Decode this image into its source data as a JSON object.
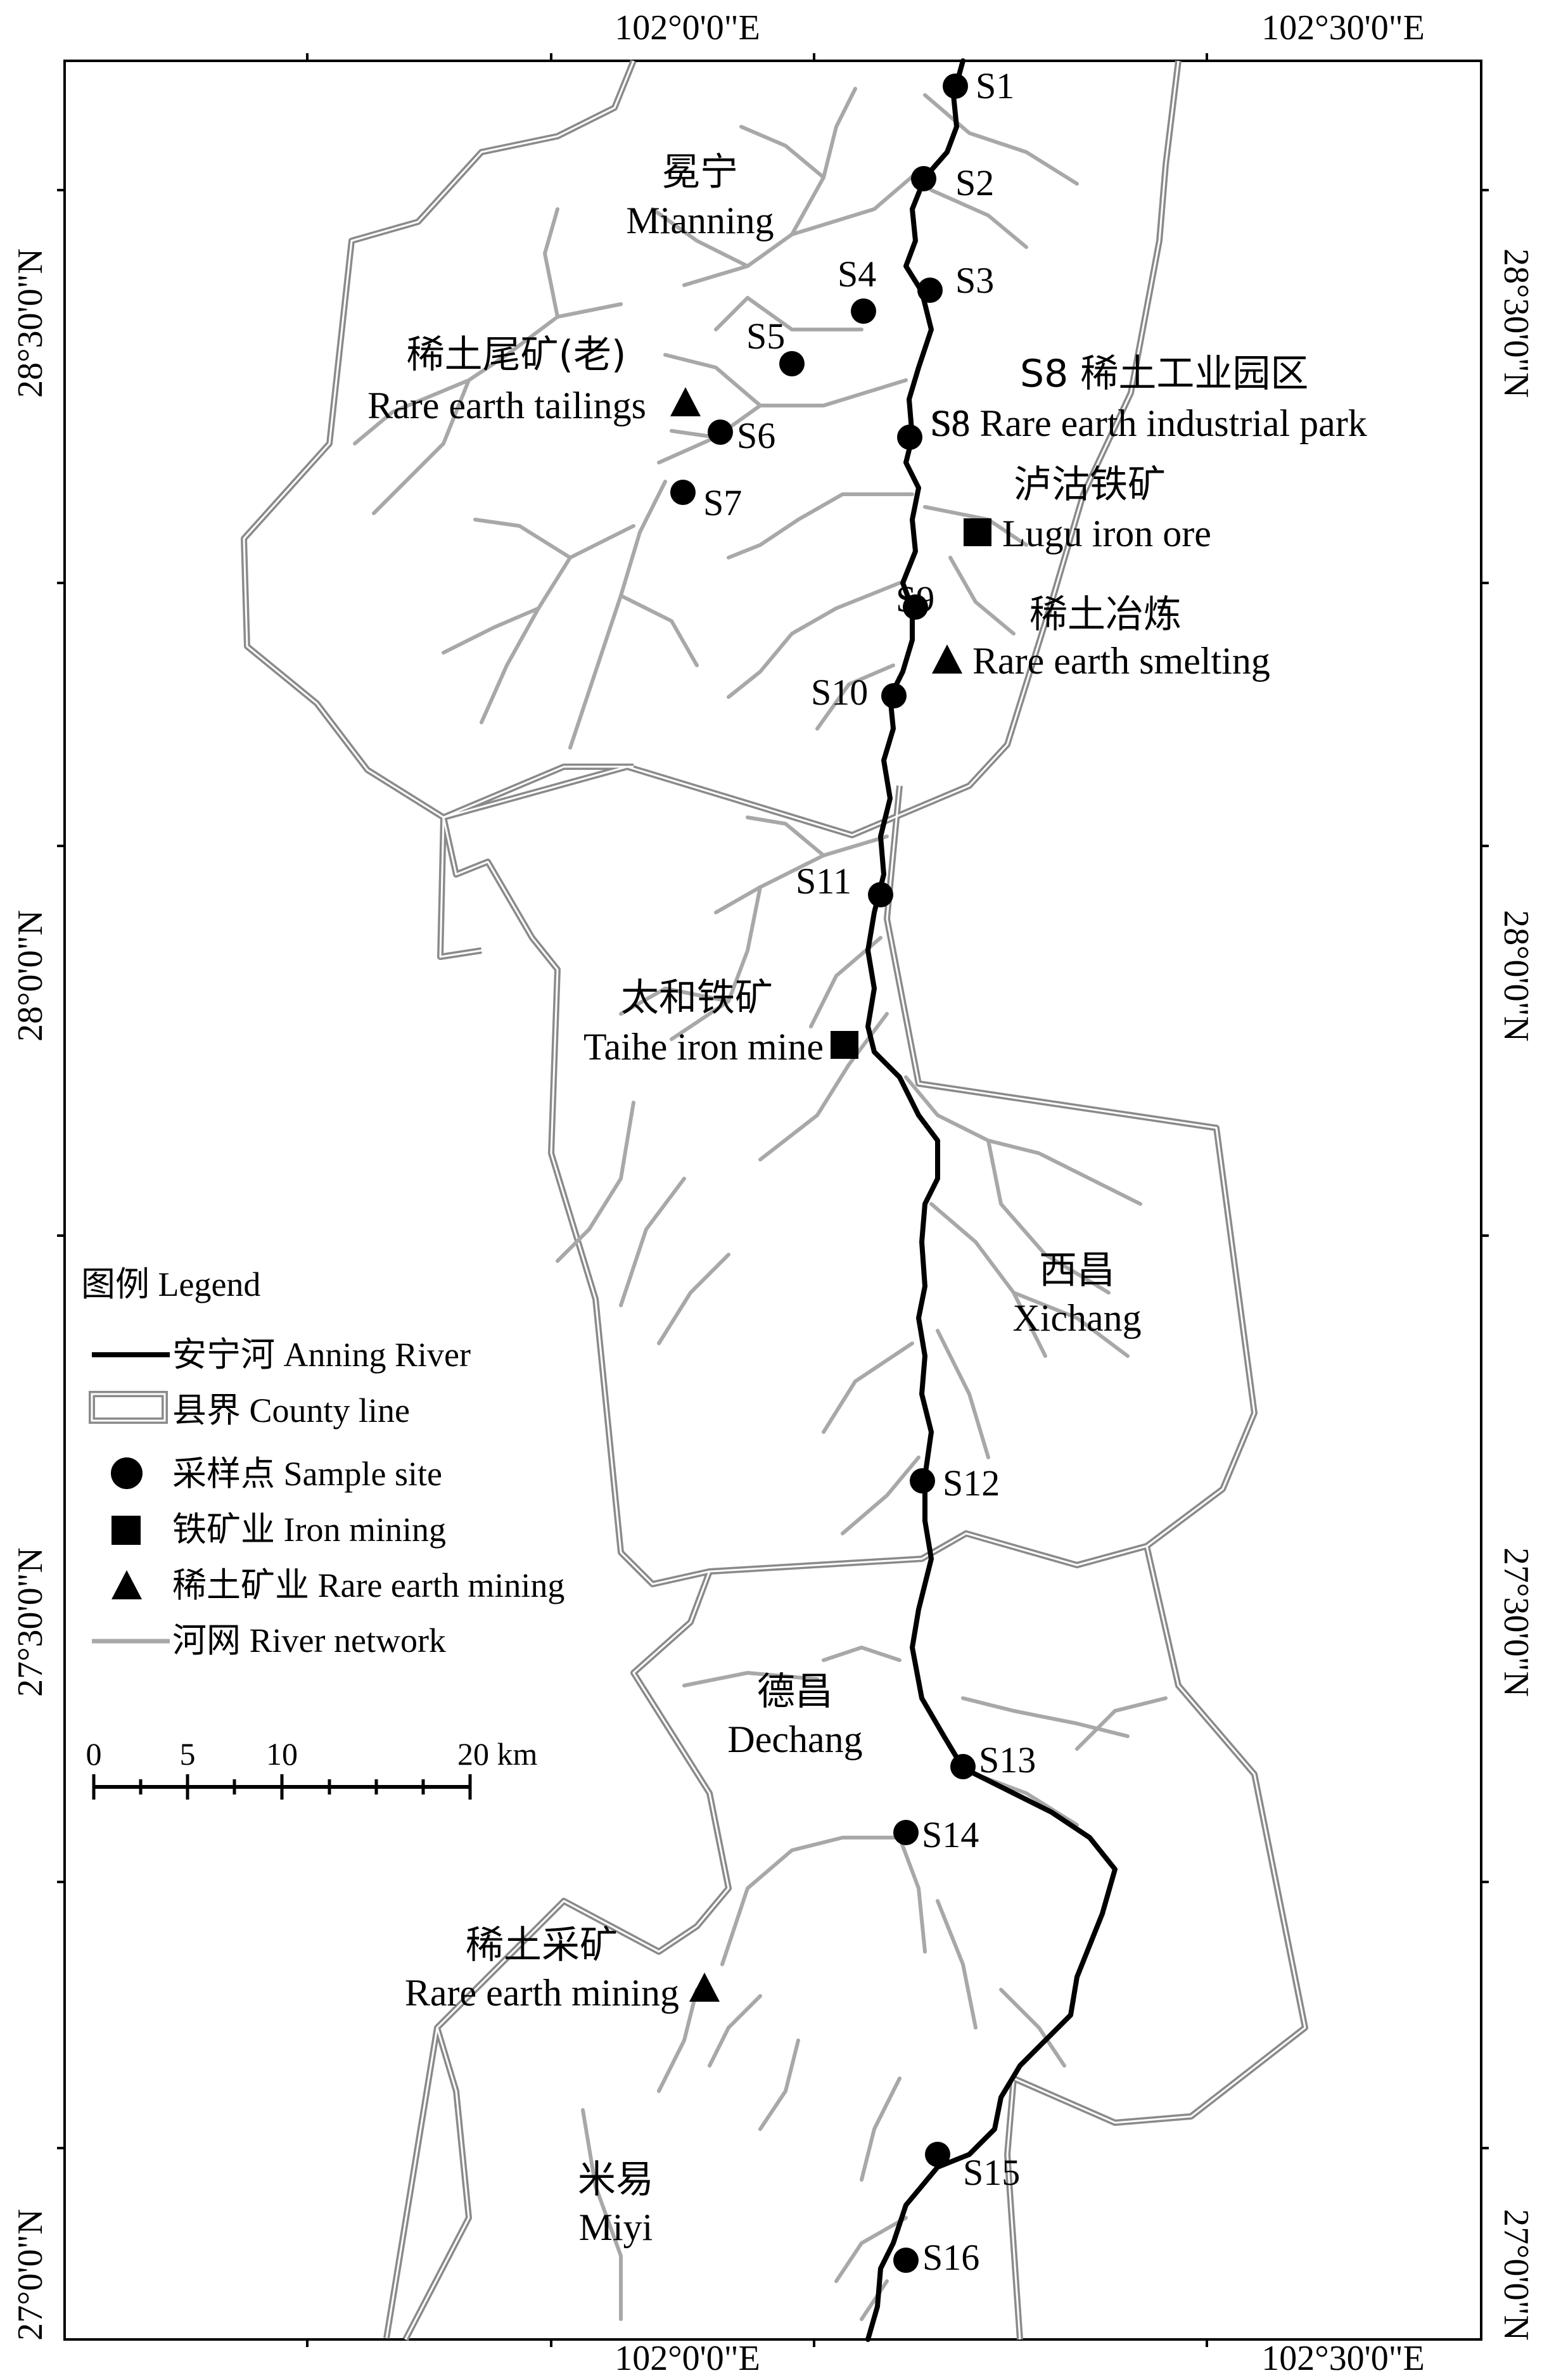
{
  "coordinates": {
    "top": [
      "102°0'0\"E",
      "102°30'0\"E"
    ],
    "bottom": [
      "102°0'0\"E",
      "102°30'0\"E"
    ],
    "left": [
      "28°30'0\"N",
      "28°0'0\"N",
      "27°30'0\"N",
      "27°0'0\"N"
    ],
    "right": [
      "28°30'0\"N",
      "28°0'0\"N",
      "27°30'0\"N",
      "27°0'0\"N"
    ]
  },
  "sites": [
    "S1",
    "S2",
    "S3",
    "S4",
    "S5",
    "S6",
    "S7",
    "S8",
    "S9",
    "S10",
    "S11",
    "S12",
    "S13",
    "S14",
    "S15",
    "S16"
  ],
  "places": {
    "mianning": {
      "zh": "冕宁",
      "en": "Mianning"
    },
    "xichang": {
      "zh": "西昌",
      "en": "Xichang"
    },
    "dechang": {
      "zh": "德昌",
      "en": "Dechang"
    },
    "miyi": {
      "zh": "米易",
      "en": "Miyi"
    }
  },
  "features": {
    "tailings": {
      "zh": "稀土尾矿(老)",
      "en": "Rare earth tailings"
    },
    "park": {
      "zh": "S8 稀土工业园区",
      "en": "S8 Rare earth industrial park"
    },
    "lugu": {
      "zh": "泸沽铁矿",
      "en": "Lugu iron ore"
    },
    "smelting": {
      "zh": "稀土冶炼",
      "en": "Rare earth smelting"
    },
    "taihe": {
      "zh": "太和铁矿",
      "en": "Taihe iron mine"
    },
    "mining": {
      "zh": "稀土采矿",
      "en": "Rare earth mining"
    }
  },
  "legend": {
    "title": "图例 Legend",
    "items": [
      {
        "label": "安宁河 Anning River",
        "symbol": "black-line-icon"
      },
      {
        "label": "县界 County line",
        "symbol": "double-gray-line-icon"
      },
      {
        "label": "采样点 Sample site",
        "symbol": "circle-icon"
      },
      {
        "label": "铁矿业 Iron mining",
        "symbol": "square-icon"
      },
      {
        "label": "稀土矿业 Rare earth mining",
        "symbol": "triangle-icon"
      },
      {
        "label": "河网 River network",
        "symbol": "gray-line-icon"
      }
    ]
  },
  "scale": {
    "ticks": [
      "0",
      "5",
      "10",
      "20 km"
    ]
  },
  "colors": {
    "river": "#000000",
    "county": "#9a9a9a",
    "network": "#a8a8a8",
    "frame": "#000000"
  }
}
